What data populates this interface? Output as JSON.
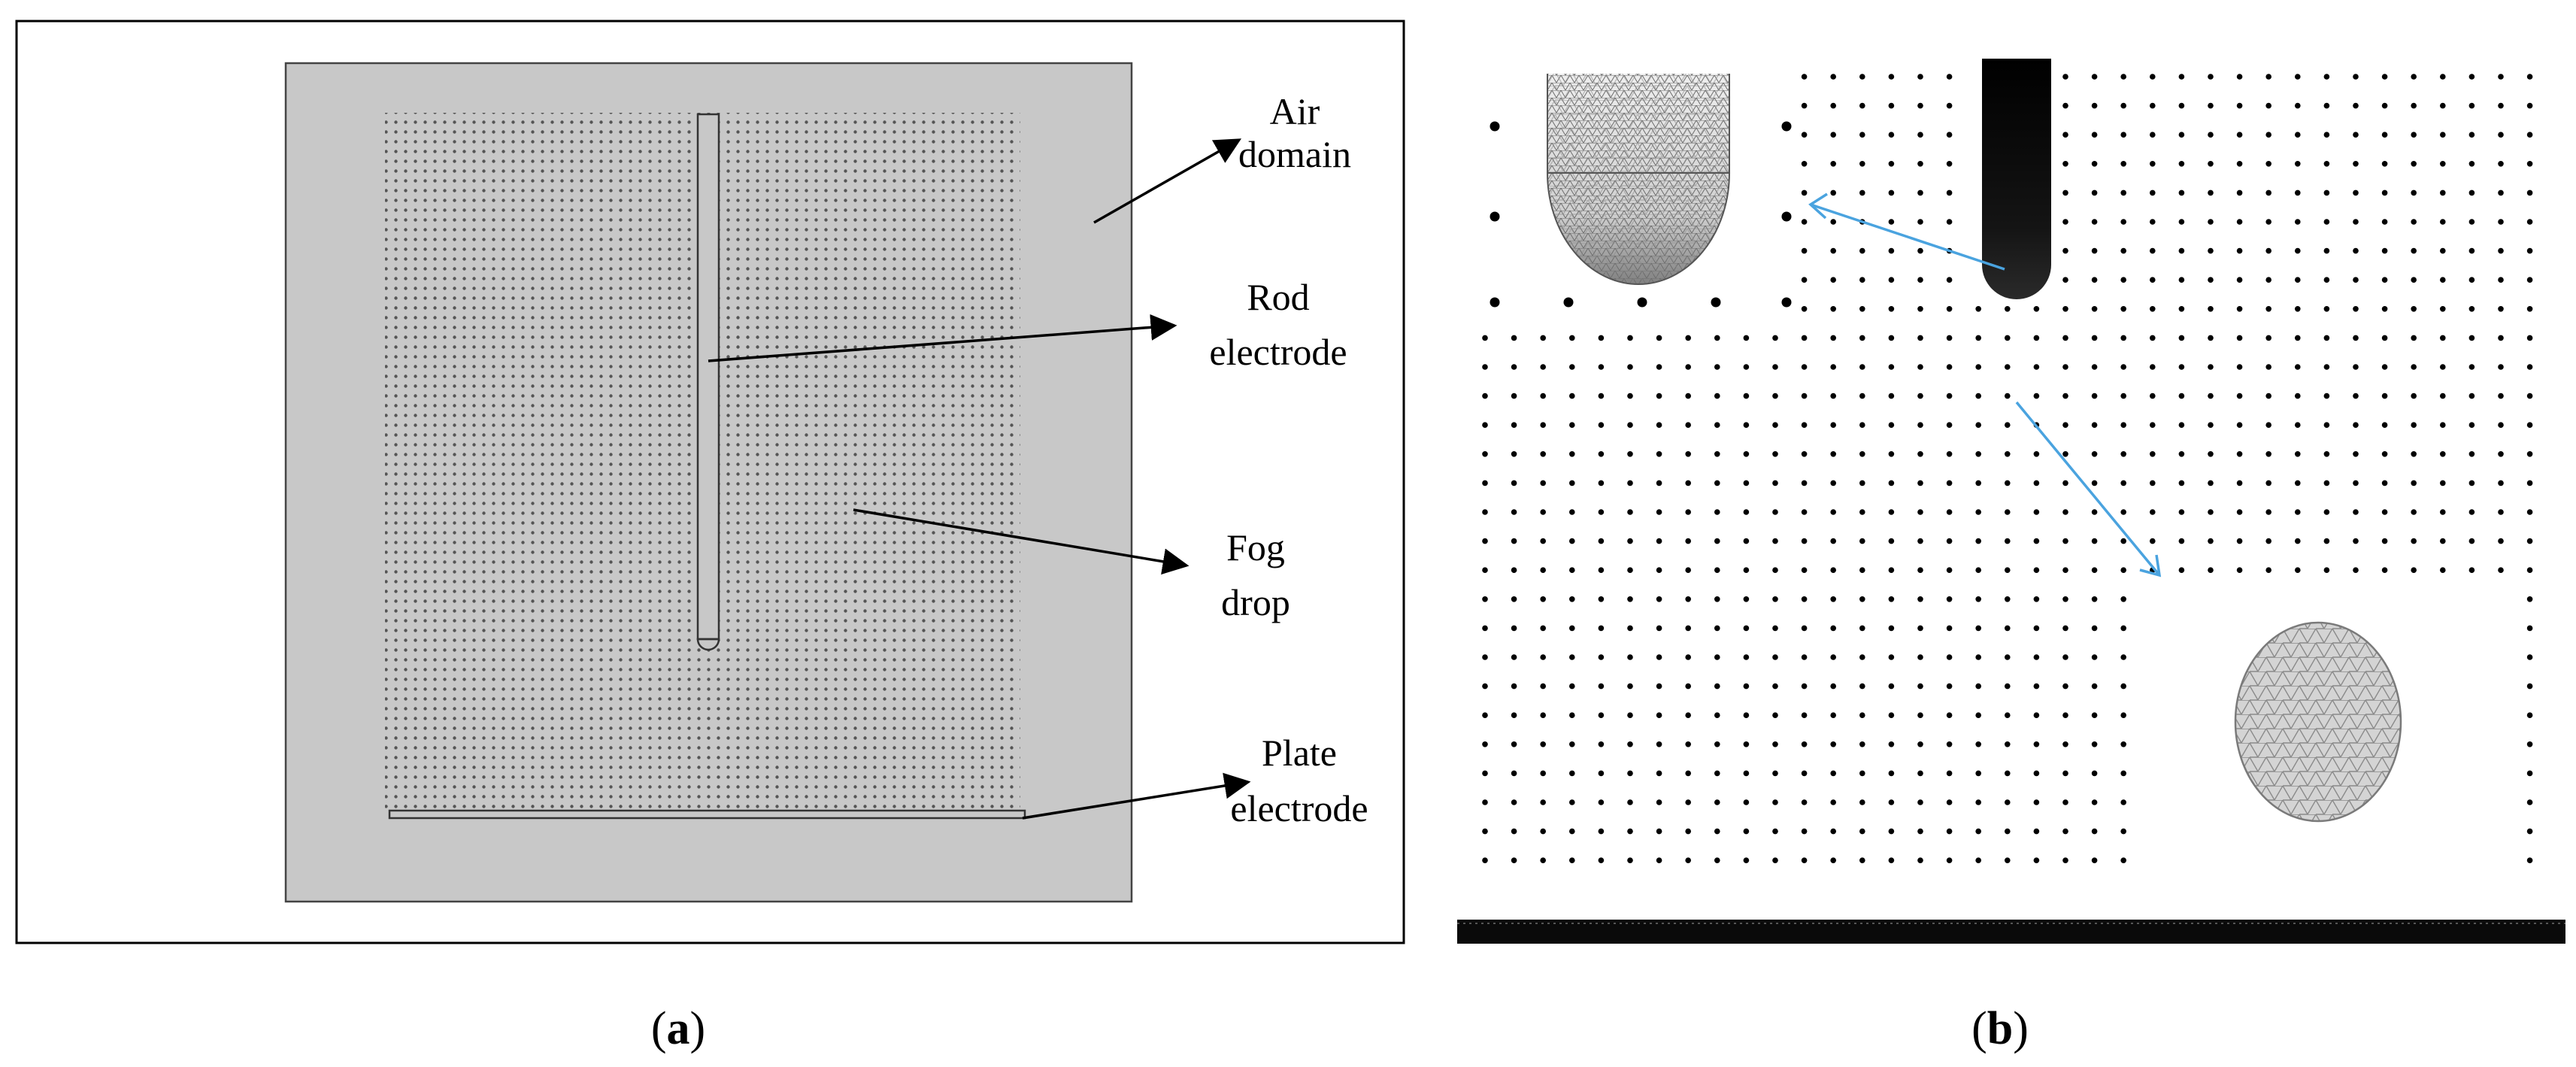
{
  "figure": {
    "panel_a": {
      "caption_open": "(",
      "caption_letter": "a",
      "caption_close": ")",
      "labels": {
        "air_line1": "Air",
        "air_line2": "domain",
        "rod_line1": "Rod",
        "rod_line2": "electrode",
        "fog_line1": "Fog",
        "fog_line2": "drop",
        "plate_line1": "Plate",
        "plate_line2": "electrode"
      },
      "colors": {
        "air_domain_fill": "#c8c8c8",
        "frame": "#000000",
        "dot": "#555555"
      }
    },
    "panel_b": {
      "caption_open": "(",
      "caption_letter": "b",
      "caption_close": ")",
      "colors": {
        "arrow": "#4aa3df",
        "mesh_fill": "#d4d4d4",
        "mesh_line": "#8a8a8a",
        "dot": "#000000",
        "electrode": "#111111"
      }
    }
  }
}
